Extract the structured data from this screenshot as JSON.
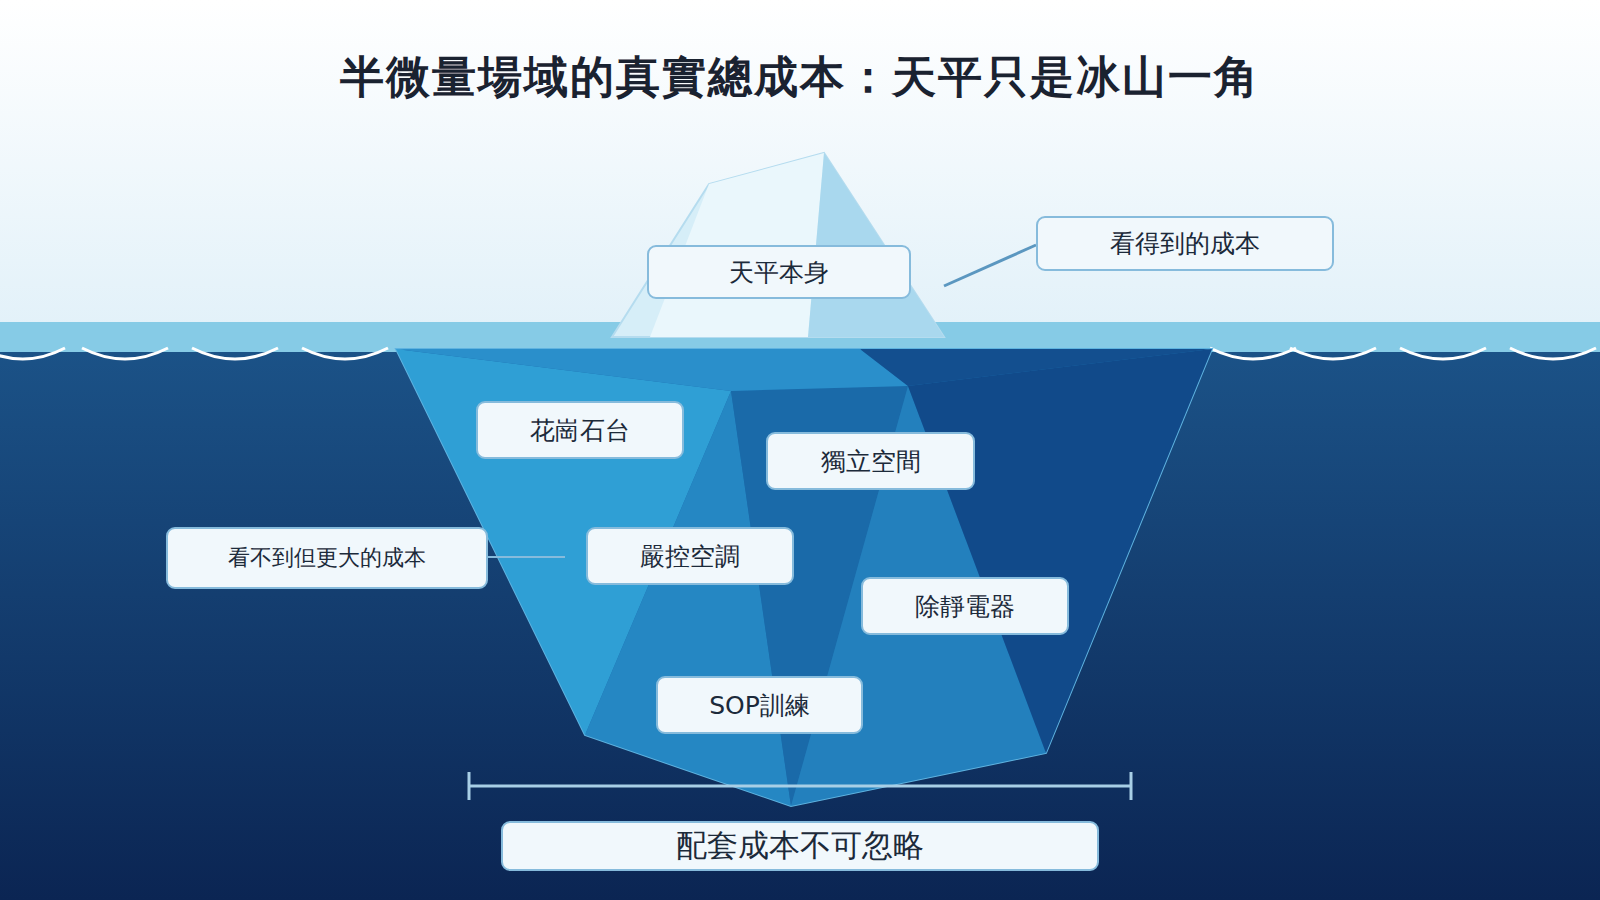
{
  "diagram": {
    "title": "半微量場域的真實總成本：天平只是冰山一角",
    "nodes": [
      {
        "text": [
          "天平本身"
        ]
      },
      {
        "text": [
          "看得到的成本"
        ]
      },
      {
        "text": [
          "花崗石台"
        ]
      },
      {
        "text": [
          "獨立空間"
        ]
      },
      {
        "text": [
          "看不到但更大的成本"
        ]
      },
      {
        "text": [
          "嚴控空調"
        ]
      },
      {
        "text": [
          "除靜電器"
        ]
      },
      {
        "text": [
          "SOP訓練"
        ]
      },
      {
        "text": [
          "配套成本不可忽略"
        ]
      }
    ]
  }
}
